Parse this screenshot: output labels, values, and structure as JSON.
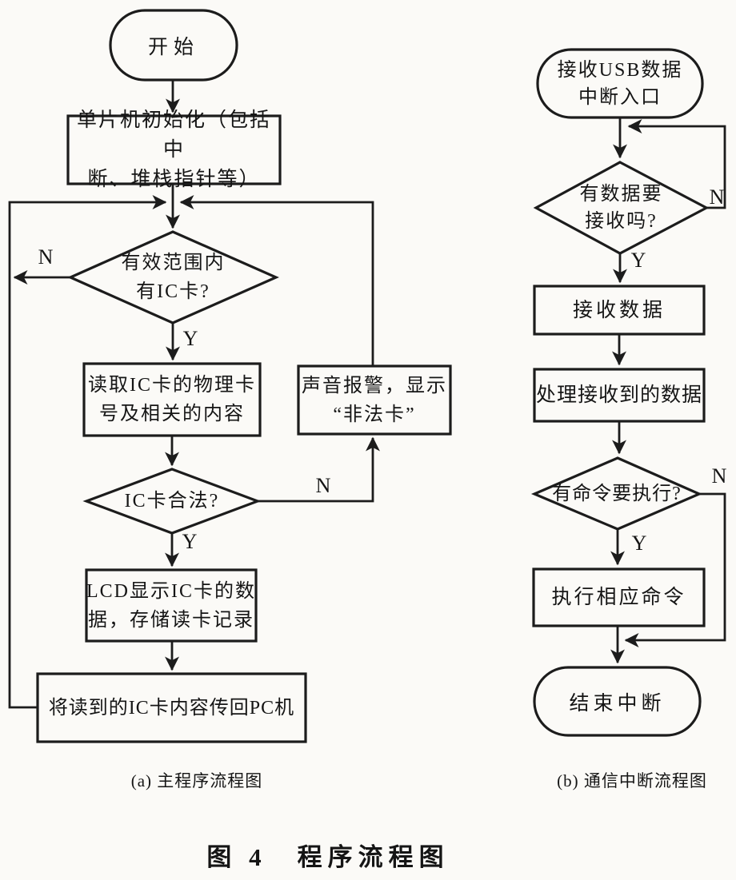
{
  "figure": {
    "caption_a": "(a) 主程序流程图",
    "caption_b": "(b) 通信中断流程图",
    "main_caption": "图 4　程序流程图"
  },
  "labels": {
    "yes": "Y",
    "no": "N"
  },
  "left_chart": {
    "start": "开始",
    "init_line1": "单片机初始化（包括中",
    "init_line2": "断、堆栈指针等）",
    "card_check_line1": "有效范围内",
    "card_check_line2": "有IC卡?",
    "read_line1": "读取IC卡的物理卡",
    "read_line2": "号及相关的内容",
    "alarm_line1": "声音报警，显示",
    "alarm_line2": "“非法卡”",
    "legal_check": "IC卡合法?",
    "lcd_line1": "LCD显示IC卡的数",
    "lcd_line2": "据，存储读卡记录",
    "send_pc": "将读到的IC卡内容传回PC机"
  },
  "right_chart": {
    "entry_line1": "接收USB数据",
    "entry_line2": "中断入口",
    "data_check_line1": "有数据要",
    "data_check_line2": "接收吗?",
    "receive": "接收数据",
    "process": "处理接收到的数据",
    "command_check": "有命令要执行?",
    "execute": "执行相应命令",
    "end": "结束中断"
  }
}
